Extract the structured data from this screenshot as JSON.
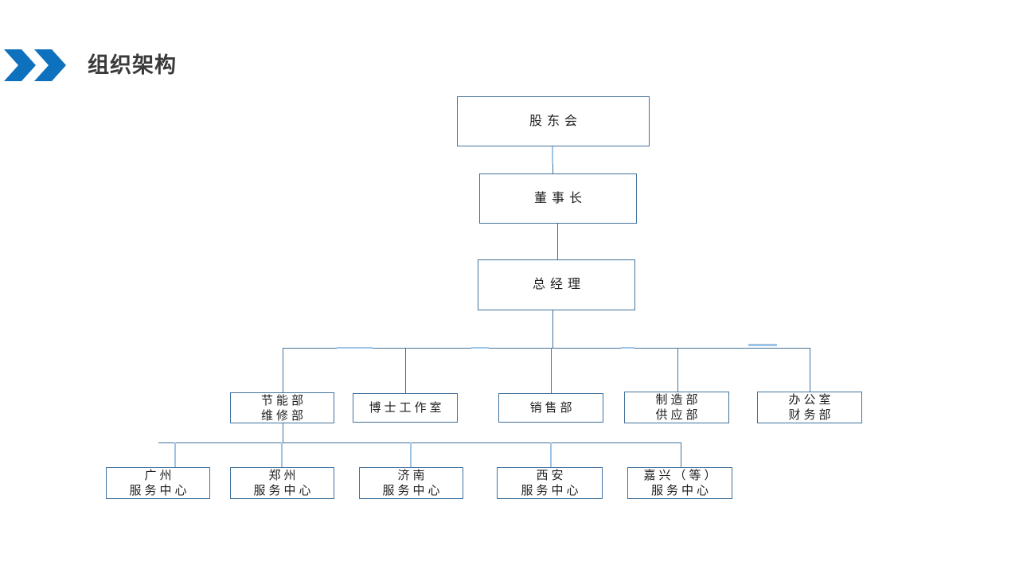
{
  "header": {
    "title": "组织架构"
  },
  "colors": {
    "accent_blue": "#0E71BD",
    "box_border": "#41719C",
    "connector_dark": "#41719C",
    "connector_light": "#9DC3E6",
    "title_text": "#3A3A3A",
    "box_text": "#1F1F1F"
  },
  "org_chart": {
    "nodes": {
      "shareholders": {
        "lines": [
          "股东会"
        ]
      },
      "chairman": {
        "lines": [
          "董事长"
        ]
      },
      "general_manager": {
        "lines": [
          "总经理"
        ]
      },
      "energy_maintenance": {
        "lines": [
          "节能部",
          "维修部"
        ]
      },
      "doctor_studio": {
        "lines": [
          "博士工作室"
        ]
      },
      "sales": {
        "lines": [
          "销售部"
        ]
      },
      "manufacturing_supply": {
        "lines": [
          "制造部",
          "供应部"
        ]
      },
      "office_finance": {
        "lines": [
          "办公室",
          "财务部"
        ]
      },
      "guangzhou_center": {
        "lines": [
          "广州",
          "服务中心"
        ]
      },
      "zhengzhou_center": {
        "lines": [
          "郑州",
          "服务中心"
        ]
      },
      "jinan_center": {
        "lines": [
          "济南",
          "服务中心"
        ]
      },
      "xian_center": {
        "lines": [
          "西安",
          "服务中心"
        ]
      },
      "jiaxing_center": {
        "lines": [
          "嘉兴（等）",
          "服务中心"
        ]
      }
    }
  }
}
